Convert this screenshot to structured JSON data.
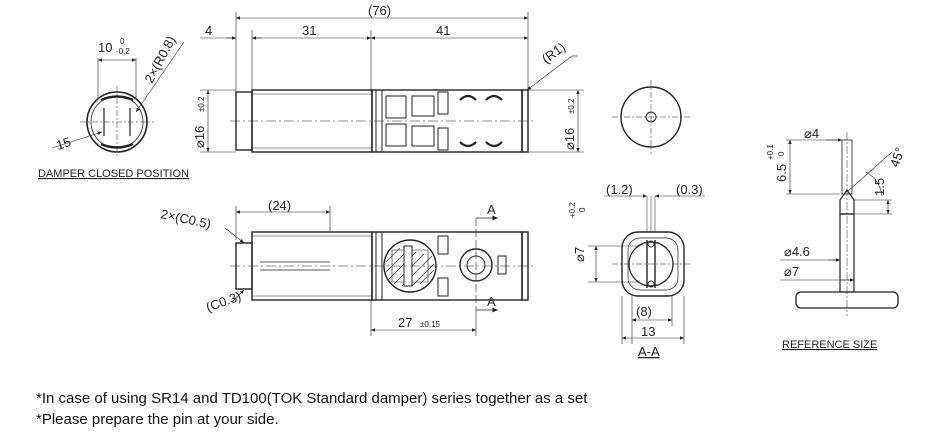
{
  "labels": {
    "len_overall": "(76)",
    "len_4": "4",
    "len_31": "31",
    "len_41": "41",
    "r1": "(R1)",
    "r08": "2×(R0.8)",
    "dim_10": "10",
    "tol_10_up": "0",
    "tol_10_dn": "-0.2",
    "dim_15": "15",
    "dia16_left": "⌀16",
    "dia16_left_tol": "±0.2",
    "dia16_right": "⌀16",
    "dia16_right_tol": "±0.2",
    "len_24": "(24)",
    "c05": "2×(C0.5)",
    "c03": "(C0.3)",
    "len_27": "27",
    "len_27_tol": "±0.15",
    "sec_a_top": "A",
    "sec_a_bottom": "A",
    "dim_12": "(1.2)",
    "dim_03": "(0.3)",
    "dia7": "⌀7",
    "dia7_tol_up": "+0.2",
    "dia7_tol_dn": "0",
    "dim_8": "(8)",
    "dim_13": "13",
    "dia4": "⌀4",
    "dim_65": "6.5",
    "dim_65_tol_up": "+0.1",
    "dim_65_tol_dn": "0",
    "dim_15b": "1.5",
    "angle45": "45°",
    "dia46": "⌀4.6",
    "dia7b": "⌀7"
  },
  "captions": {
    "damper_closed": "DAMPER CLOSED POSITION",
    "section": "A-A",
    "reference": "REFERENCE SIZE"
  },
  "notes": [
    "*In case of using SR14 and TD100(TOK Standard damper) series together as a set",
    "*Please prepare the pin at your side."
  ]
}
